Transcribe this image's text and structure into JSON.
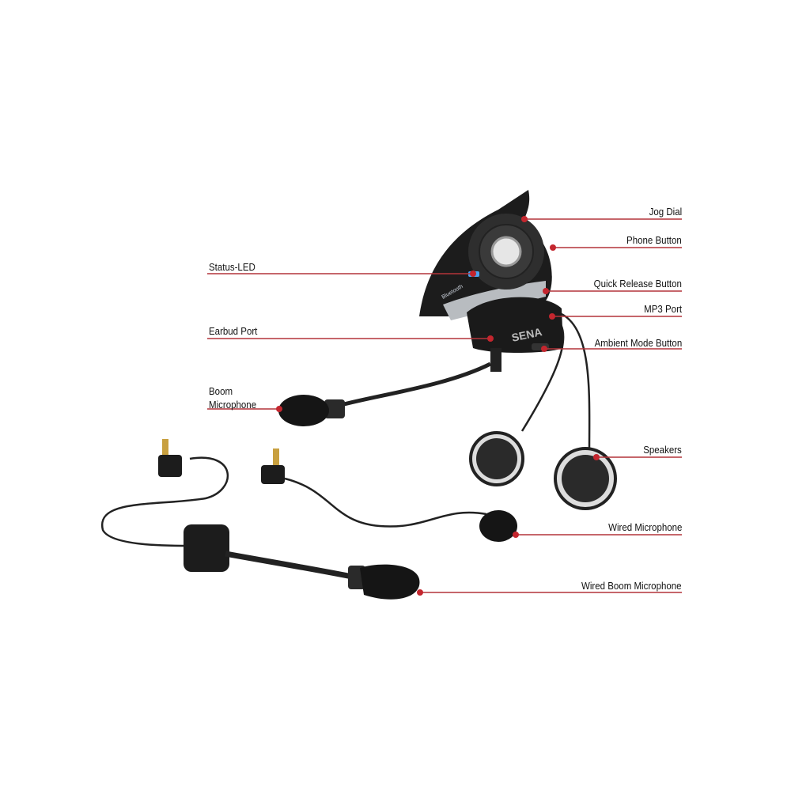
{
  "colors": {
    "leader": "#b3343a",
    "dot": "#c4262e",
    "device": "#1c1c1c"
  },
  "device": {
    "brand_logo": "SENA",
    "bluetooth_mark": "Bluetooth"
  },
  "labels": {
    "jog_dial": "Jog Dial",
    "phone_button": "Phone Button",
    "status_led": "Status-LED",
    "quick_release": "Quick Release Button",
    "mp3_port": "MP3 Port",
    "earbud_port": "Earbud Port",
    "ambient_mode": "Ambient Mode Button",
    "boom_microphone": "Boom\nMicrophone",
    "speakers": "Speakers",
    "wired_microphone": "Wired Microphone",
    "wired_boom_microphone": "Wired Boom Microphone"
  }
}
